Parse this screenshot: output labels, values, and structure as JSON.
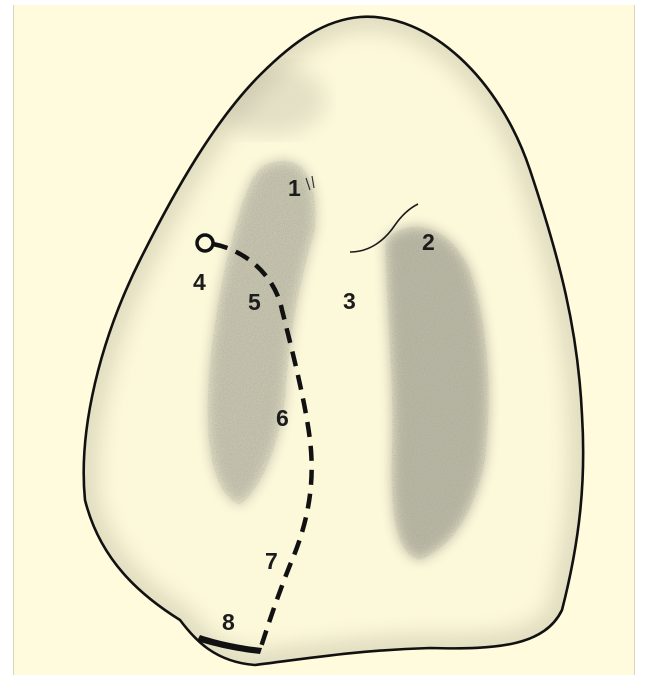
{
  "figure": {
    "labels": {
      "l1": "1",
      "l2": "2",
      "l3": "3",
      "l4": "4",
      "l5": "5",
      "l6": "6",
      "l7": "7",
      "l8": "8"
    },
    "colors": {
      "background": "#fffbdc",
      "outline": "#111111",
      "shading": "#8a8a7a",
      "label": "#1c1c1c"
    }
  }
}
